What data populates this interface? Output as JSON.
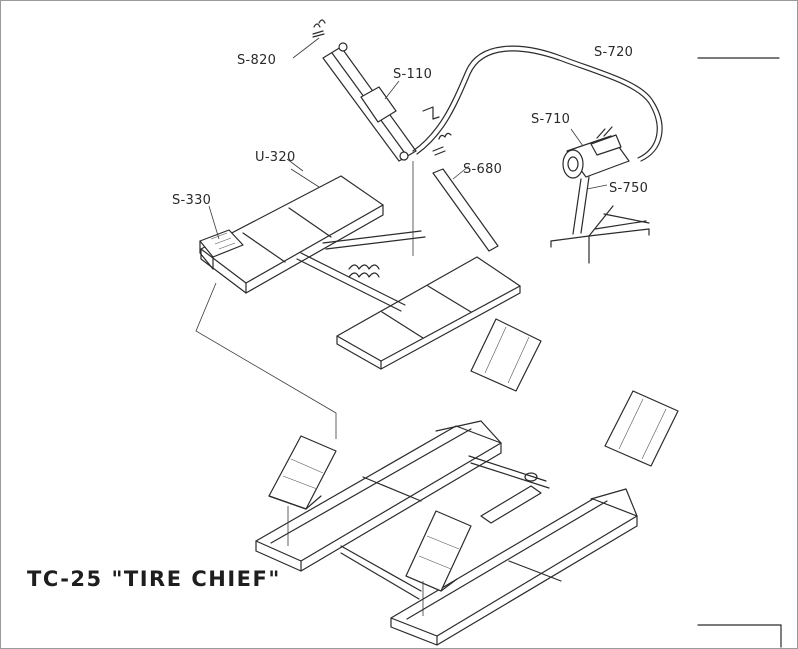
{
  "diagram": {
    "title": "TC-25 \"TIRE CHIEF\"",
    "parts": {
      "s820": "S-820",
      "s110": "S-110",
      "s720": "S-720",
      "s710": "S-710",
      "u320": "U-320",
      "s680": "S-680",
      "s750": "S-750",
      "s330": "S-330"
    },
    "colors": {
      "ink": "#2b2b2b",
      "paper": "#ffffff",
      "border": "#9a9a9a"
    }
  }
}
